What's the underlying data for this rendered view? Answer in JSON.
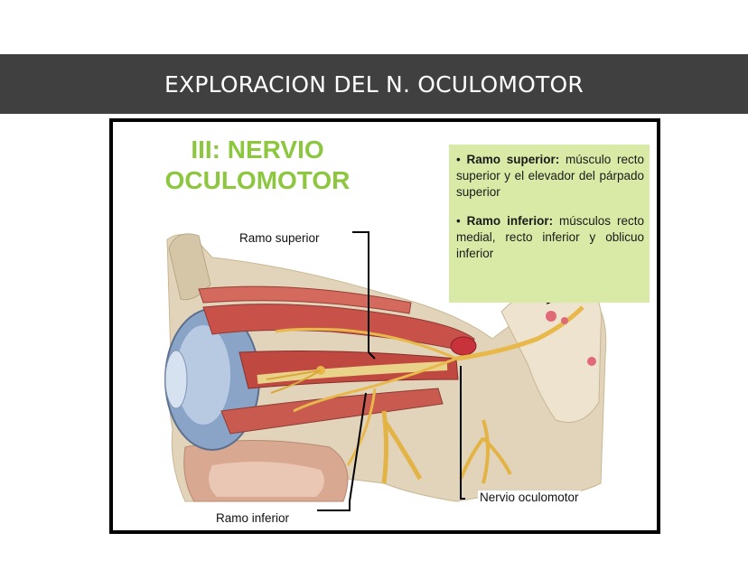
{
  "slide": {
    "title": "EXPLORACION DEL N. OCULOMOTOR"
  },
  "figure": {
    "heading_line1": "III: NERVIO",
    "heading_line2": "OCULOMOTOR",
    "info": {
      "superior_term": "Ramo superior:",
      "superior_text": " músculo recto superior y el elevador del párpado superior",
      "inferior_term": "Ramo inferior:",
      "inferior_text": " músculos recto medial, recto inferior y oblicuo inferior",
      "bullet": "•"
    },
    "labels": {
      "ramo_superior": "Ramo superior",
      "ramo_inferior": "Ramo inferior",
      "nervio_oculomotor": "Nervio oculomotor"
    }
  },
  "colors": {
    "title_bar": "#404040",
    "heading_green": "#8dc63f",
    "info_box_bg": "#d9eaa6",
    "muscle_red": "#c8524a",
    "nerve_yellow": "#e8b84a",
    "bone_beige": "#e0d2b8"
  }
}
